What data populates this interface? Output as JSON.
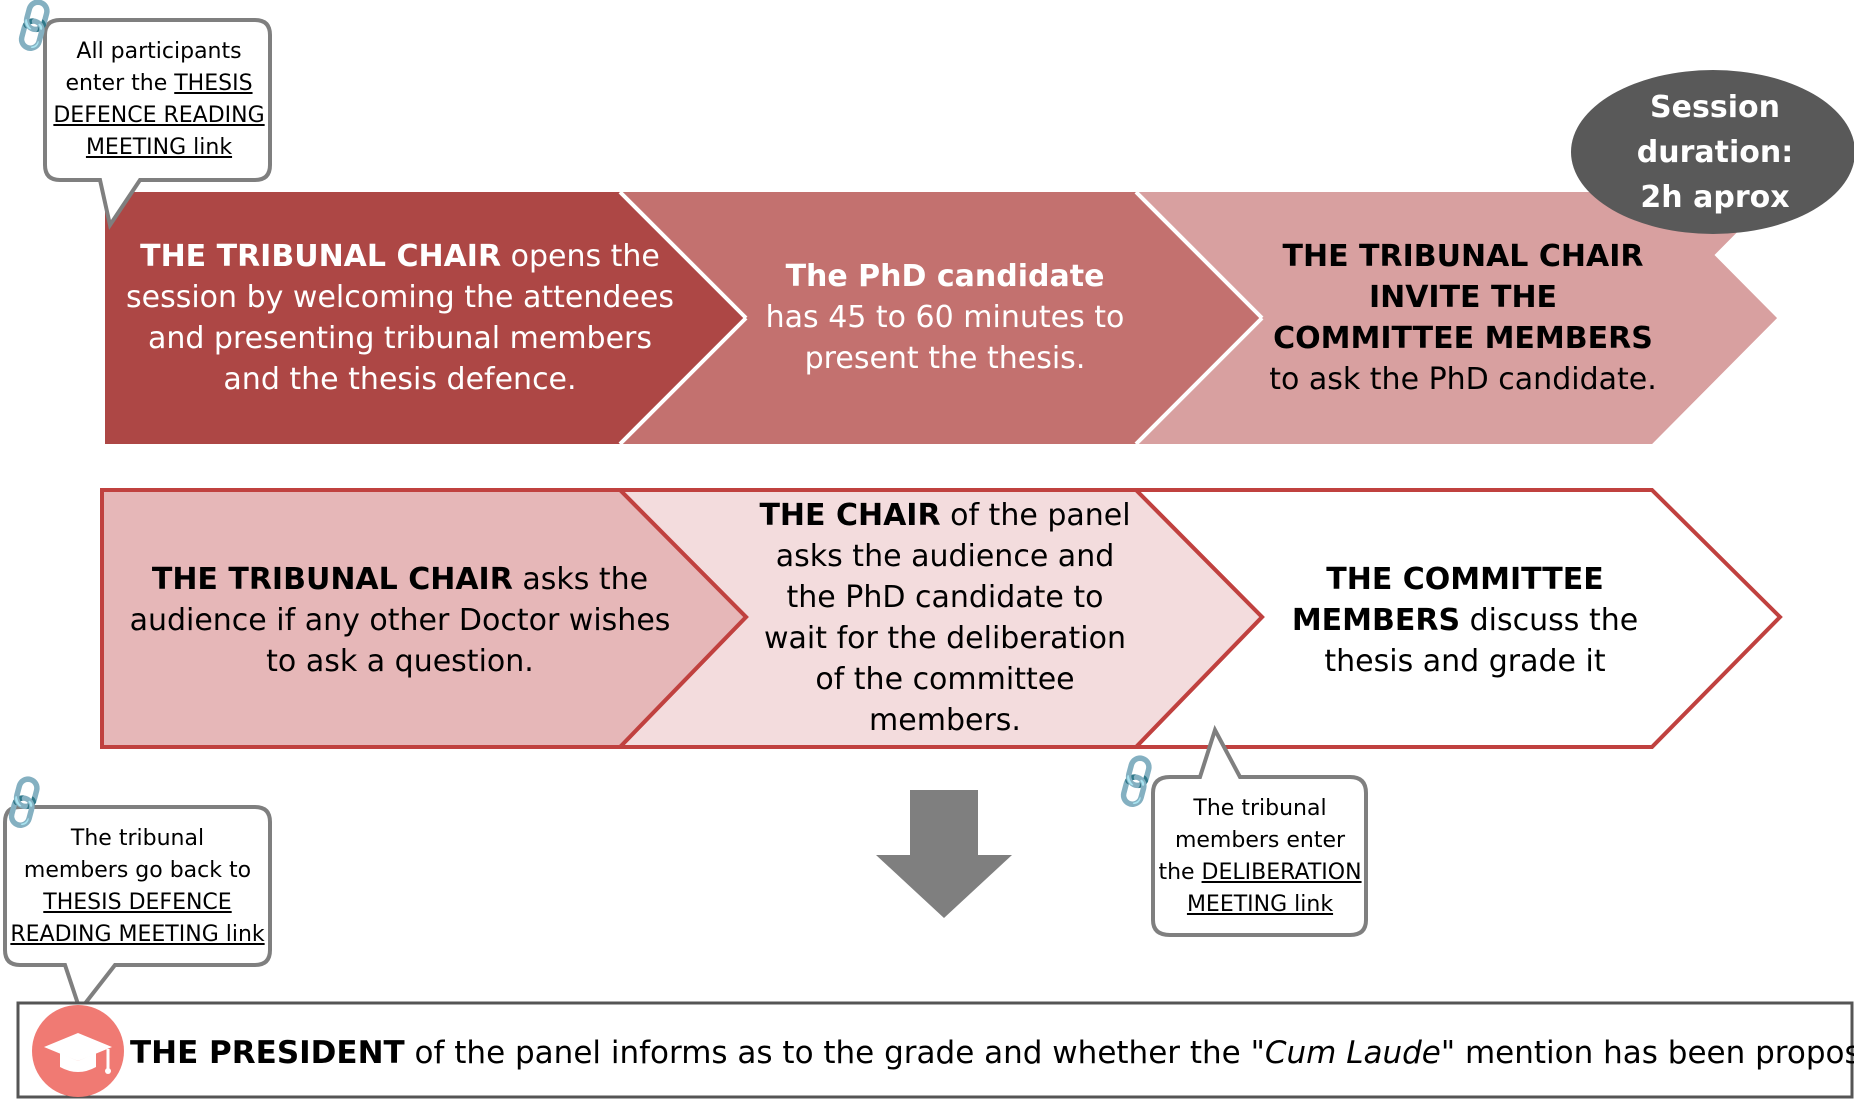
{
  "colors": {
    "step1": "#ad4745",
    "step2": "#c3716f",
    "step3": "#d8a0a0",
    "step4": "#e6b7b8",
    "step5": "#f3dcdd",
    "step6": "#ffffff",
    "outline": "#c0413f",
    "arrow": "#7f7f7f",
    "duration_bg": "#595959",
    "callout_border": "#7f7f7f",
    "cap_circle": "#f07a73"
  },
  "icons": {
    "link": "link-icon",
    "down_arrow": "arrow-down-icon",
    "graduation": "graduation-cap-icon"
  },
  "callout_top": {
    "line1": "All participants",
    "line2_pre": "enter the ",
    "link": [
      "THESIS",
      "DEFENCE READING",
      "MEETING link"
    ]
  },
  "callout_back": {
    "lines": [
      "The tribunal",
      "members go back to"
    ],
    "link": [
      "THESIS DEFENCE",
      "READING MEETING link"
    ]
  },
  "callout_delib": {
    "lines": [
      "The tribunal",
      "members enter"
    ],
    "pre": "the ",
    "link": [
      "DELIBERATION",
      "MEETING link"
    ]
  },
  "duration": [
    "Session",
    "duration:",
    "2h aprox"
  ],
  "steps": [
    {
      "bold": "THE TRIBUNAL CHAIR",
      "text": " opens the session by welcoming the attendees and presenting tribunal members and the thesis defence."
    },
    {
      "bold": "The PhD candidate",
      "text": " has 45 to 60 minutes to present the thesis."
    },
    {
      "bold": "THE TRIBUNAL CHAIR INVITE THE COMMITTEE MEMBERS",
      "text": " to ask the PhD candidate."
    },
    {
      "bold": "THE TRIBUNAL CHAIR",
      "text": " asks the audience if any other Doctor wishes to ask a question."
    },
    {
      "bold": "THE CHAIR",
      "text": " of the panel asks the audience and the PhD candidate to wait for the deliberation of the committee members."
    },
    {
      "bold": "THE COMMITTEE MEMBERS",
      "text": " discuss the thesis and grade it"
    }
  ],
  "bottom": {
    "bold": "THE PRESIDENT",
    "pre": " of the panel informs as to the grade and whether the \"",
    "italic": "Cum Laude",
    "post": "\" mention has been proposed"
  }
}
